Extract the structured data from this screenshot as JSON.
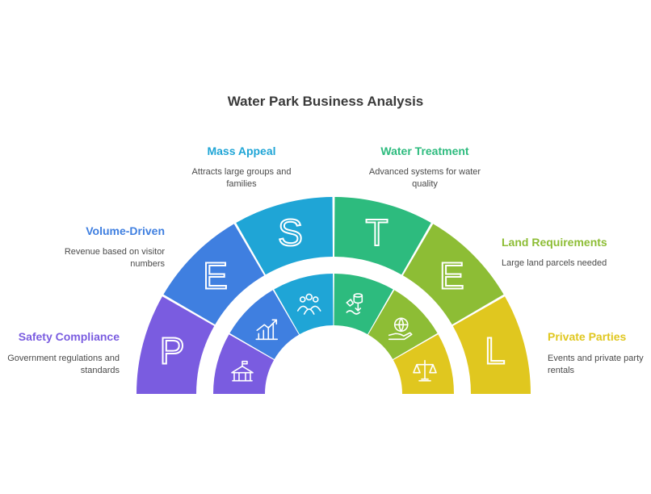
{
  "title": "Water Park Business Analysis",
  "segments": [
    {
      "letter": "P",
      "label": "Safety Compliance",
      "desc": "Government regulations and standards",
      "color": "#7a5ce0",
      "icon": "government-building-icon"
    },
    {
      "letter": "E",
      "label": "Volume-Driven",
      "desc": "Revenue based on visitor numbers",
      "color": "#3f7fe0",
      "icon": "growth-chart-icon"
    },
    {
      "letter": "S",
      "label": "Mass Appeal",
      "desc": "Attracts large groups and families",
      "color": "#1fa5d6",
      "icon": "people-group-icon"
    },
    {
      "letter": "T",
      "label": "Water Treatment",
      "desc": "Advanced systems for water quality",
      "color": "#2dbb7e",
      "icon": "water-treatment-icon"
    },
    {
      "letter": "E",
      "label": "Land Requirements",
      "desc": "Large land parcels needed",
      "color": "#8dbd35",
      "icon": "globe-in-hand-icon"
    },
    {
      "letter": "L",
      "label": "Private Parties",
      "desc": "Events and private party rentals",
      "color": "#e0c71f",
      "icon": "legal-scales-icon"
    }
  ]
}
